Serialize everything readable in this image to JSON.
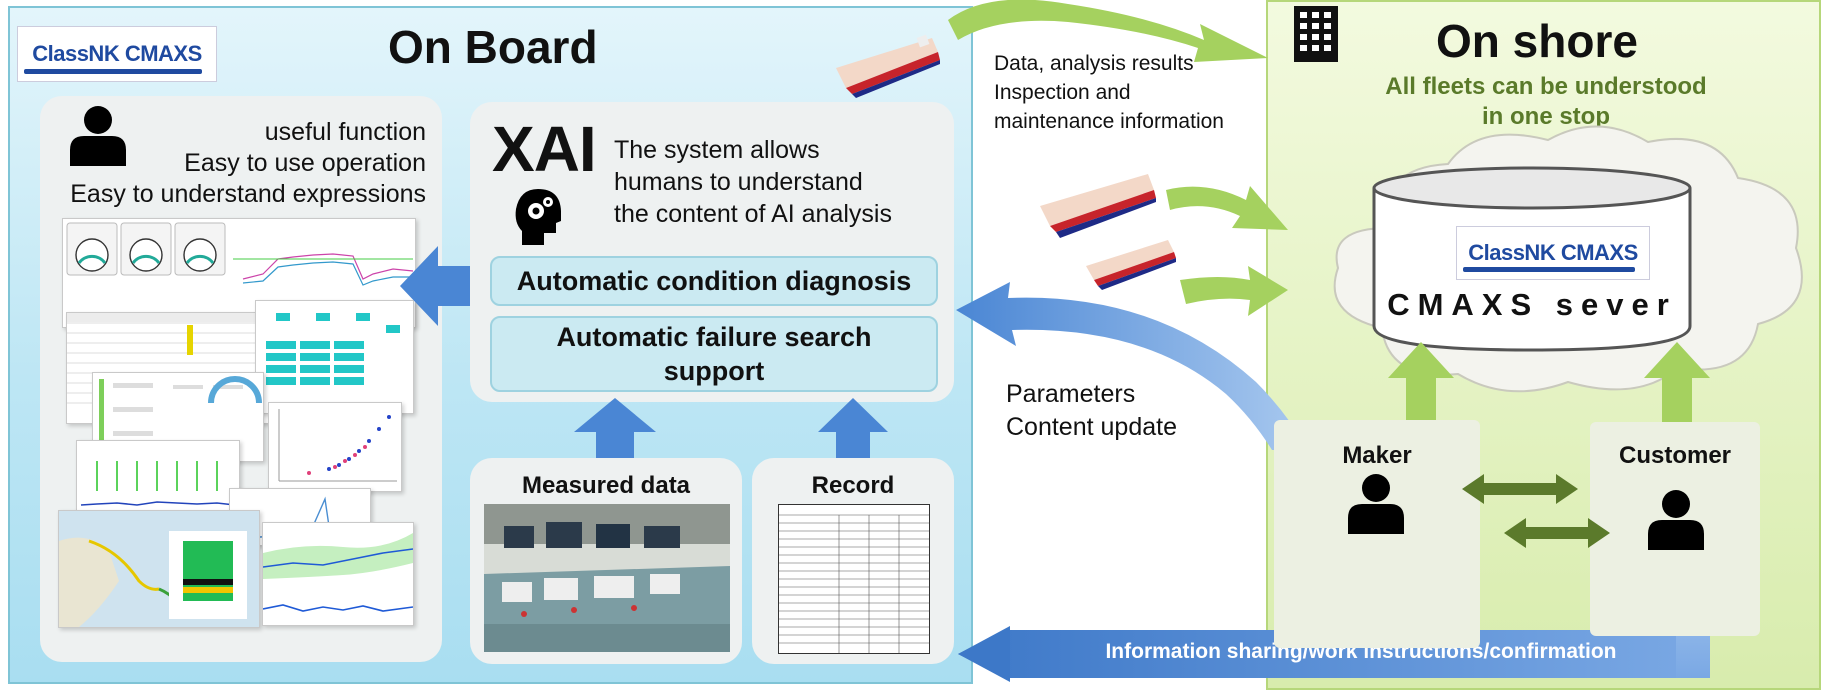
{
  "on_board": {
    "title": "On Board",
    "logo_text": "ClassNK CMAXS",
    "user_features": [
      "useful function",
      "Easy to use operation",
      "Easy to understand expressions"
    ],
    "xai_label": "XAI",
    "xai_description": [
      "The system allows",
      "humans to understand",
      "the content of AI analysis"
    ],
    "condition_diagnosis": "Automatic condition diagnosis",
    "failure_search": [
      "Automatic failure search",
      "support"
    ],
    "measured_data": "Measured data",
    "record": "Record"
  },
  "transfer": {
    "upload_text": [
      "Data, analysis results",
      "Inspection and",
      "maintenance information"
    ],
    "download_text": [
      "Parameters",
      "Content update"
    ],
    "sharing_text": "Information sharing/work instructions/confirmation"
  },
  "on_shore": {
    "title": "On shore",
    "subtitle": [
      "All fleets can be understood",
      "in one stop"
    ],
    "server_logo_text": "ClassNK CMAXS",
    "server_label": "CMAXS sever",
    "maker": "Maker",
    "customer": "Customer"
  },
  "colors": {
    "blue_arrow": "#4a86d4",
    "green_arrow": "#a5d15f",
    "olive_text": "#5a7a2a",
    "dark_green_arrow": "#5b7a2b"
  },
  "icons": [
    "person-icon",
    "ai-head-gears-icon",
    "ship-icon",
    "building-icon"
  ]
}
